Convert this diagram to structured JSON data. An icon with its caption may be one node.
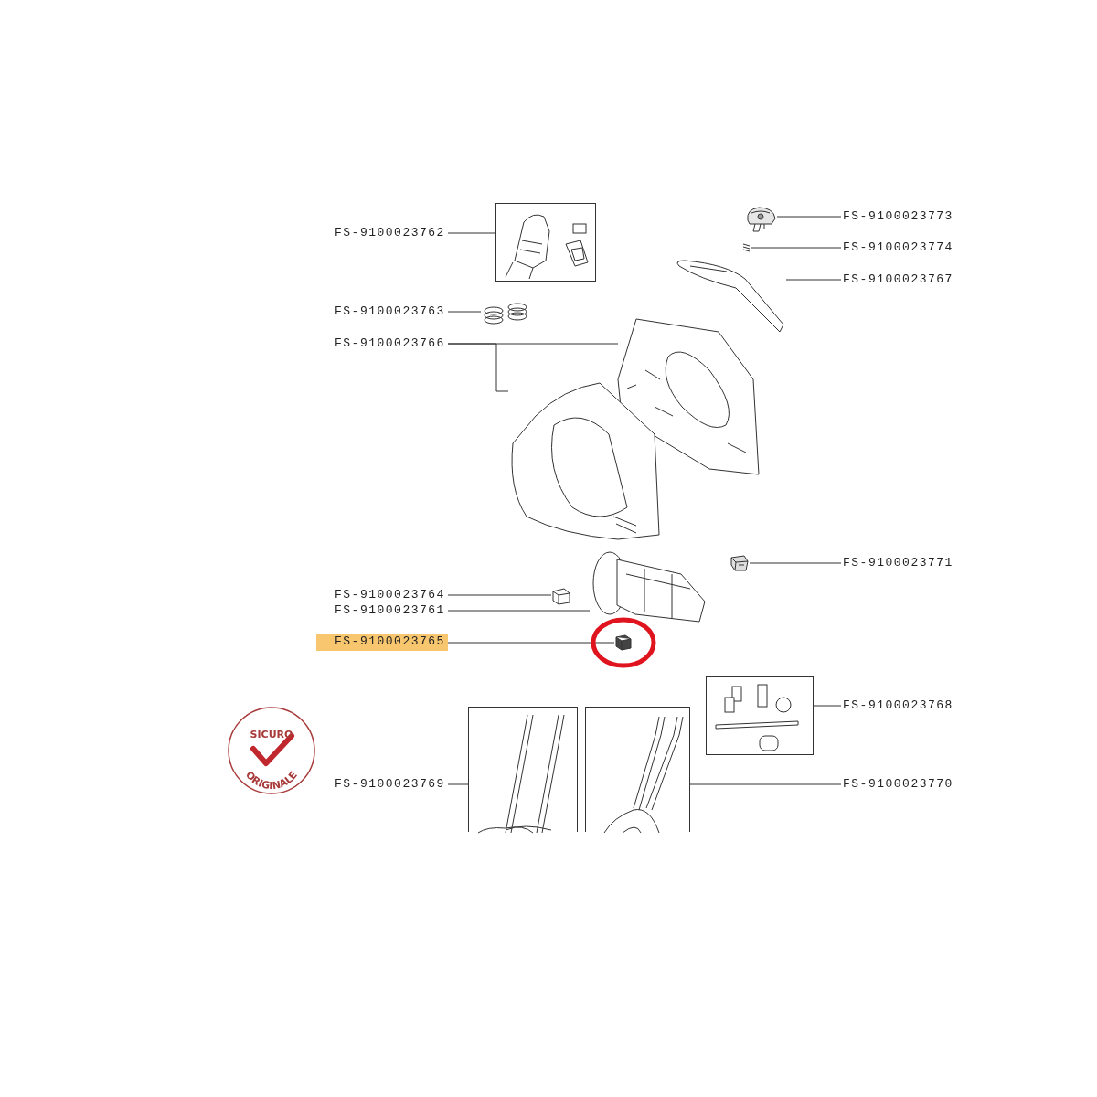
{
  "diagram": {
    "nodes": [
      {
        "text": [
          "FS-9100023762"
        ]
      },
      {
        "text": [],
        "shape": "box"
      },
      {
        "text": [
          "FS-9100023763"
        ]
      },
      {
        "text": [],
        "shape": "picture"
      },
      {
        "text": [
          "FS-9100023766"
        ]
      },
      {
        "text": [],
        "shape": "picture"
      },
      {
        "text": [],
        "shape": "picture"
      },
      {
        "text": [
          "FS-9100023764"
        ]
      },
      {
        "text": [],
        "shape": "picture"
      },
      {
        "text": [
          "FS-9100023761"
        ]
      },
      {
        "text": [],
        "shape": "picture"
      },
      {
        "text": [
          "FS-9100023765"
        ]
      },
      {
        "text": [],
        "shape": "picture"
      },
      {
        "text": [
          "FS-9100023769"
        ]
      },
      {
        "text": [],
        "shape": "box"
      },
      {
        "text": [
          "FS-9100023770"
        ]
      },
      {
        "text": [],
        "shape": "box"
      },
      {
        "text": [
          "FS-9100023773"
        ]
      },
      {
        "text": [],
        "shape": "picture"
      },
      {
        "text": [
          "FS-9100023774"
        ]
      },
      {
        "text": [],
        "shape": "picture"
      },
      {
        "text": [
          "FS-9100023767"
        ]
      },
      {
        "text": [],
        "shape": "picture"
      },
      {
        "text": [
          "FS-9100023771"
        ]
      },
      {
        "text": [],
        "shape": "picture"
      },
      {
        "text": [
          "FS-9100023768"
        ]
      },
      {
        "text": [],
        "shape": "box"
      }
    ],
    "edges": [
      {
        "from": 0,
        "to": 1,
        "arrow": "none"
      },
      {
        "from": 2,
        "to": 3,
        "arrow": "none"
      },
      {
        "from": 4,
        "to": 5,
        "arrow": "none"
      },
      {
        "from": 4,
        "to": 6,
        "arrow": "none"
      },
      {
        "from": 7,
        "to": 8,
        "arrow": "none"
      },
      {
        "from": 9,
        "to": 10,
        "arrow": "none"
      },
      {
        "from": 11,
        "to": 12,
        "arrow": "none"
      },
      {
        "from": 13,
        "to": 14,
        "arrow": "none"
      },
      {
        "from": 15,
        "to": 16,
        "arrow": "none"
      },
      {
        "from": 17,
        "to": 18,
        "arrow": "none"
      },
      {
        "from": 19,
        "to": 20,
        "arrow": "none"
      },
      {
        "from": 21,
        "to": 22,
        "arrow": "none"
      },
      {
        "from": 23,
        "to": 24,
        "arrow": "none"
      },
      {
        "from": 25,
        "to": 26,
        "arrow": "none"
      }
    ],
    "labels": [
      "SICURO",
      "ORIGINALE"
    ]
  }
}
